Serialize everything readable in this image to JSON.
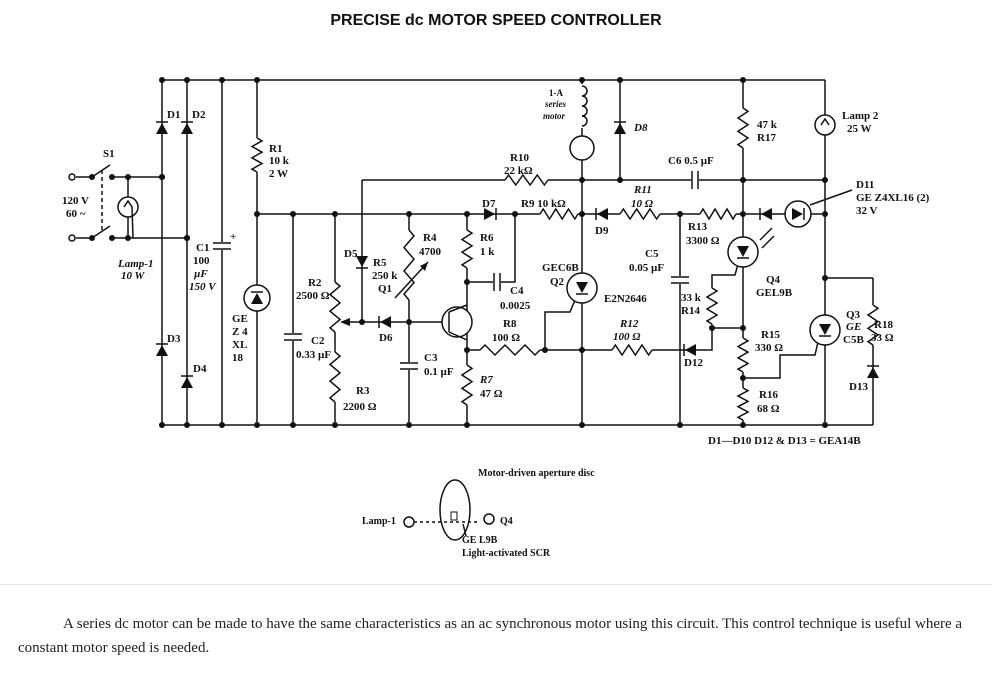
{
  "title": "PRECISE dc MOTOR SPEED CONTROLLER",
  "caption": "A series dc motor can be made to have the same characteristics as an ac synchronous motor using this circuit. This control technique is useful where a constant motor speed is needed.",
  "labels": {
    "s1": "S1",
    "v120": "120 V",
    "hz60": "60 ~",
    "lamp1": [
      "Lamp-1",
      "10 W"
    ],
    "d1": "D1",
    "d2": "D2",
    "d3": "D3",
    "d4": "D4",
    "c1": [
      "C1",
      "100",
      "µF",
      "150 V"
    ],
    "c1plus": "+",
    "r1": [
      "R1",
      "10 k",
      "2 W"
    ],
    "zener": [
      "GE",
      "Z 4",
      "XL",
      "18"
    ],
    "r2": [
      "R2",
      "2500 Ω"
    ],
    "c2": [
      "C2",
      "0.33 µF"
    ],
    "r3": [
      "R3",
      "2200 Ω"
    ],
    "d5": "D5",
    "r5": [
      "R5",
      "250 k",
      "Q1"
    ],
    "r4": [
      "R4",
      "4700"
    ],
    "d6": "D6",
    "c3": [
      "C3",
      "0.1 µF"
    ],
    "r6": [
      "R6",
      "1 k"
    ],
    "c4": [
      "C4",
      "0.0025"
    ],
    "r7": [
      "R7",
      "47 Ω"
    ],
    "r8": [
      "R8",
      "100 Ω"
    ],
    "d7": "D7",
    "r9": "R9 10 kΩ",
    "r10": [
      "R10",
      "22 kΩ"
    ],
    "motor": [
      "1-A",
      "series",
      "motor"
    ],
    "d8": "D8",
    "q2": [
      "GEC6B",
      "Q2"
    ],
    "e2n": "E2N2646",
    "d9": "D9",
    "r11": [
      "R11",
      "10 Ω"
    ],
    "c5": [
      "C5",
      "0.05 µF"
    ],
    "r12": [
      "R12",
      "100 Ω"
    ],
    "c6": "C6 0.5 µF",
    "r13": [
      "R13",
      "3300 Ω"
    ],
    "r14": [
      "33 k",
      "R14"
    ],
    "d12": "D12",
    "r17": [
      "47 k",
      "R17"
    ],
    "q4": [
      "Q4",
      "GEL9B"
    ],
    "r15": [
      "R15",
      "330 Ω"
    ],
    "r16": [
      "R16",
      "68 Ω"
    ],
    "lamp2": [
      "Lamp 2",
      "25 W"
    ],
    "d11": [
      "D11",
      "GE Z4XL16 (2)",
      "32 V"
    ],
    "q3": [
      "Q3",
      "GE",
      "C5B"
    ],
    "r18": [
      "R18",
      "33 Ω"
    ],
    "d13": "D13",
    "note": "D1—D10 D12 & D13 = GEA14B"
  },
  "inset": {
    "title": "Motor-driven aperture disc",
    "lamp": "Lamp-1",
    "q4": "Q4",
    "part": "GE L9B",
    "desc": "Light-activated SCR"
  }
}
